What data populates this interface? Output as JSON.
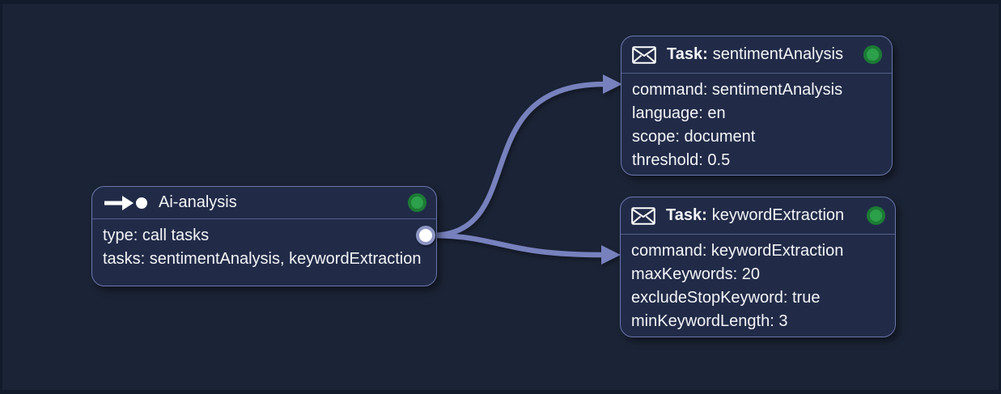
{
  "canvas": {
    "background": "#1b2436",
    "frame_color": "#121b2b"
  },
  "colors": {
    "node_fill": "#212b48",
    "node_border": "#6c77ad",
    "divider": "#535d8b",
    "edge": "#7781bd",
    "status_green": "#2ca04b",
    "status_green_ring": "#1c7b35",
    "port_ring": "#8d96c3",
    "text": "#f4f5f8"
  },
  "nodes": {
    "ai_analysis": {
      "icon": "start-arrow-icon",
      "title": "Ai-analysis",
      "status": "green",
      "properties": [
        "type: call tasks",
        "tasks: sentimentAnalysis, keywordExtraction"
      ]
    },
    "sentiment": {
      "icon": "message-icon",
      "title_prefix": "Task:",
      "title": "sentimentAnalysis",
      "status": "green",
      "properties": [
        "command: sentimentAnalysis",
        "language: en",
        "scope: document",
        "threshold: 0.5"
      ]
    },
    "keyword": {
      "icon": "message-icon",
      "title_prefix": "Task:",
      "title": "keywordExtraction",
      "status": "green",
      "properties": [
        "command: keywordExtraction",
        "maxKeywords: 20",
        "excludeStopKeyword: true",
        "minKeywordLength: 3"
      ]
    }
  },
  "edges": [
    {
      "from": "ai_analysis",
      "to": "sentiment"
    },
    {
      "from": "ai_analysis",
      "to": "keyword"
    }
  ]
}
